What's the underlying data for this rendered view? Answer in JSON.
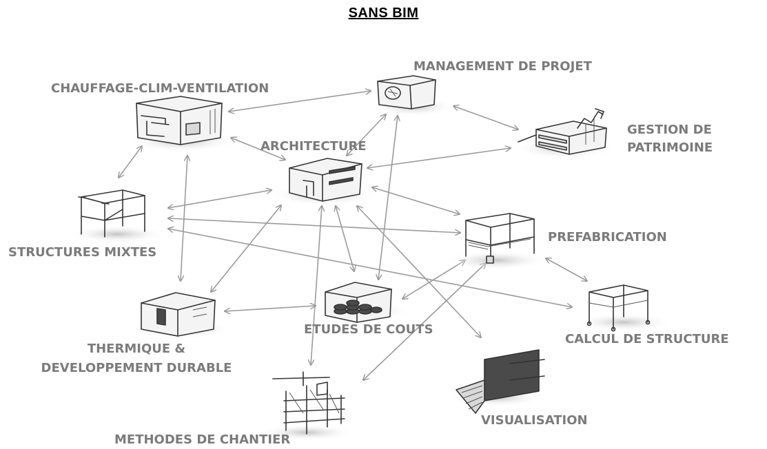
{
  "title": "SANS BIM",
  "nodes": {
    "management": "MANAGEMENT DE PROJET",
    "chauffage": "CHAUFFAGE-CLIM-VENTILATION",
    "architecture": "ARCHITECTURE",
    "gestion_line1": "GESTION DE",
    "gestion_line2": "PATRIMOINE",
    "structures": "STRUCTURES MIXTES",
    "prefabrication": "PREFABRICATION",
    "thermique_line1": "THERMIQUE &",
    "thermique_line2": "DEVELOPPEMENT DURABLE",
    "etudes": "ETUDES DE COUTS",
    "calcul": "CALCUL DE STRUCTURE",
    "visualisation": "VISUALISATION",
    "methodes": "METHODES DE CHANTIER"
  },
  "colors": {
    "label": "#7b7b7b",
    "arrow": "#9a9a9a",
    "title": "#000000"
  }
}
